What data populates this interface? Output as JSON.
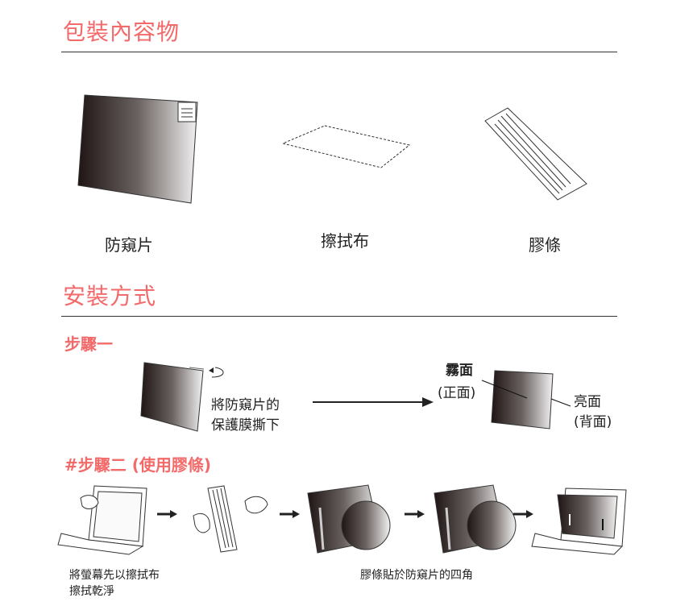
{
  "contents": {
    "title": "包裝內容物",
    "items": [
      {
        "label": "防窺片"
      },
      {
        "label": "擦拭布"
      },
      {
        "label": "膠條"
      }
    ]
  },
  "install": {
    "title": "安裝方式",
    "step1": {
      "title": "步驟一",
      "instruction_line1": "將防窺片的",
      "instruction_line2": "保護膜撕下",
      "matte_line1": "霧面",
      "matte_line2": "(正面)",
      "glossy_line1": "亮面",
      "glossy_line2": "(背面)"
    },
    "step2": {
      "title": "#步驟二 (使用膠條)",
      "caption1_line1": "將螢幕先以擦拭布",
      "caption1_line2": "擦拭乾淨",
      "caption2": "膠條貼於防窺片的四角"
    }
  },
  "colors": {
    "heading": "#f26a6a"
  }
}
